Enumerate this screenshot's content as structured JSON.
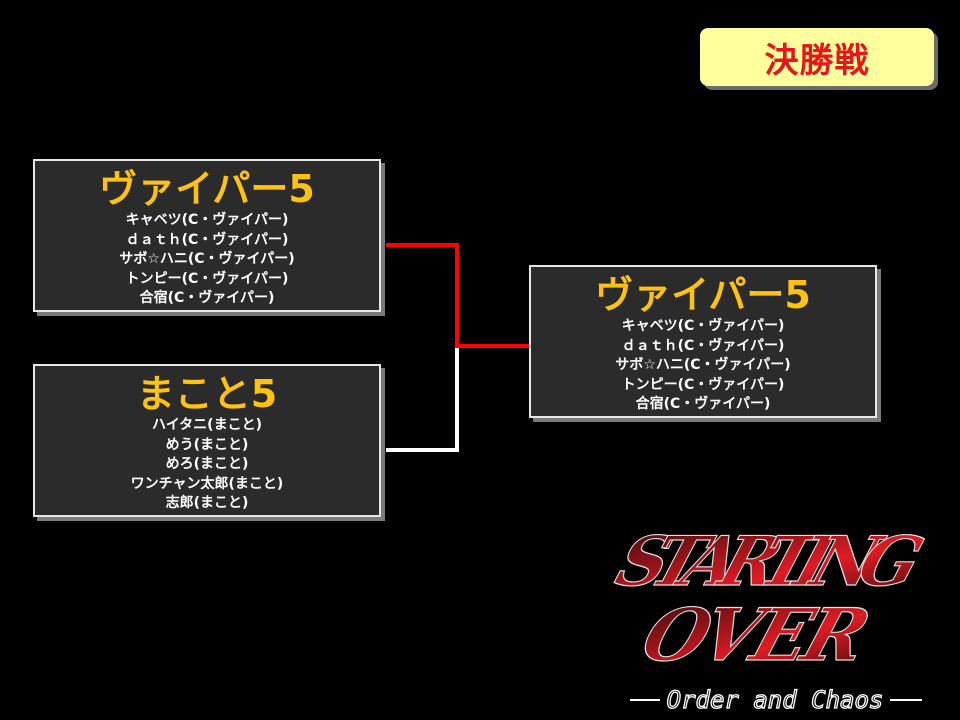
{
  "header": {
    "title": "決勝戦"
  },
  "bracket": {
    "team1": {
      "name": "ヴァイパー5",
      "members": [
        "キャベツ(C・ヴァイパー)",
        "ｄａｔｈ(C・ヴァイパー)",
        "サボ☆ハニ(C・ヴァイパー)",
        "トンピー(C・ヴァイパー)",
        "合宿(C・ヴァイパー)"
      ]
    },
    "team2": {
      "name": "まこと5",
      "members": [
        "ハイタニ(まこと)",
        "めう(まこと)",
        "めろ(まこと)",
        "ワンチャン太郎(まこと)",
        "志郎(まこと)"
      ]
    },
    "winner": {
      "name": "ヴァイパー5",
      "members": [
        "キャベツ(C・ヴァイパー)",
        "ｄａｔｈ(C・ヴァイパー)",
        "サボ☆ハニ(C・ヴァイパー)",
        "トンピー(C・ヴァイパー)",
        "合宿(C・ヴァイパー)"
      ]
    }
  },
  "logo": {
    "title_line1": "STARTING",
    "title_line2": "OVER",
    "subtitle": "Order and Chaos"
  },
  "colors": {
    "winner_line": "#ff0000",
    "loser_line": "#ffffff",
    "team_name": "#ffc20e",
    "title_text": "#e8151a",
    "title_bg": "#ffff9e"
  }
}
